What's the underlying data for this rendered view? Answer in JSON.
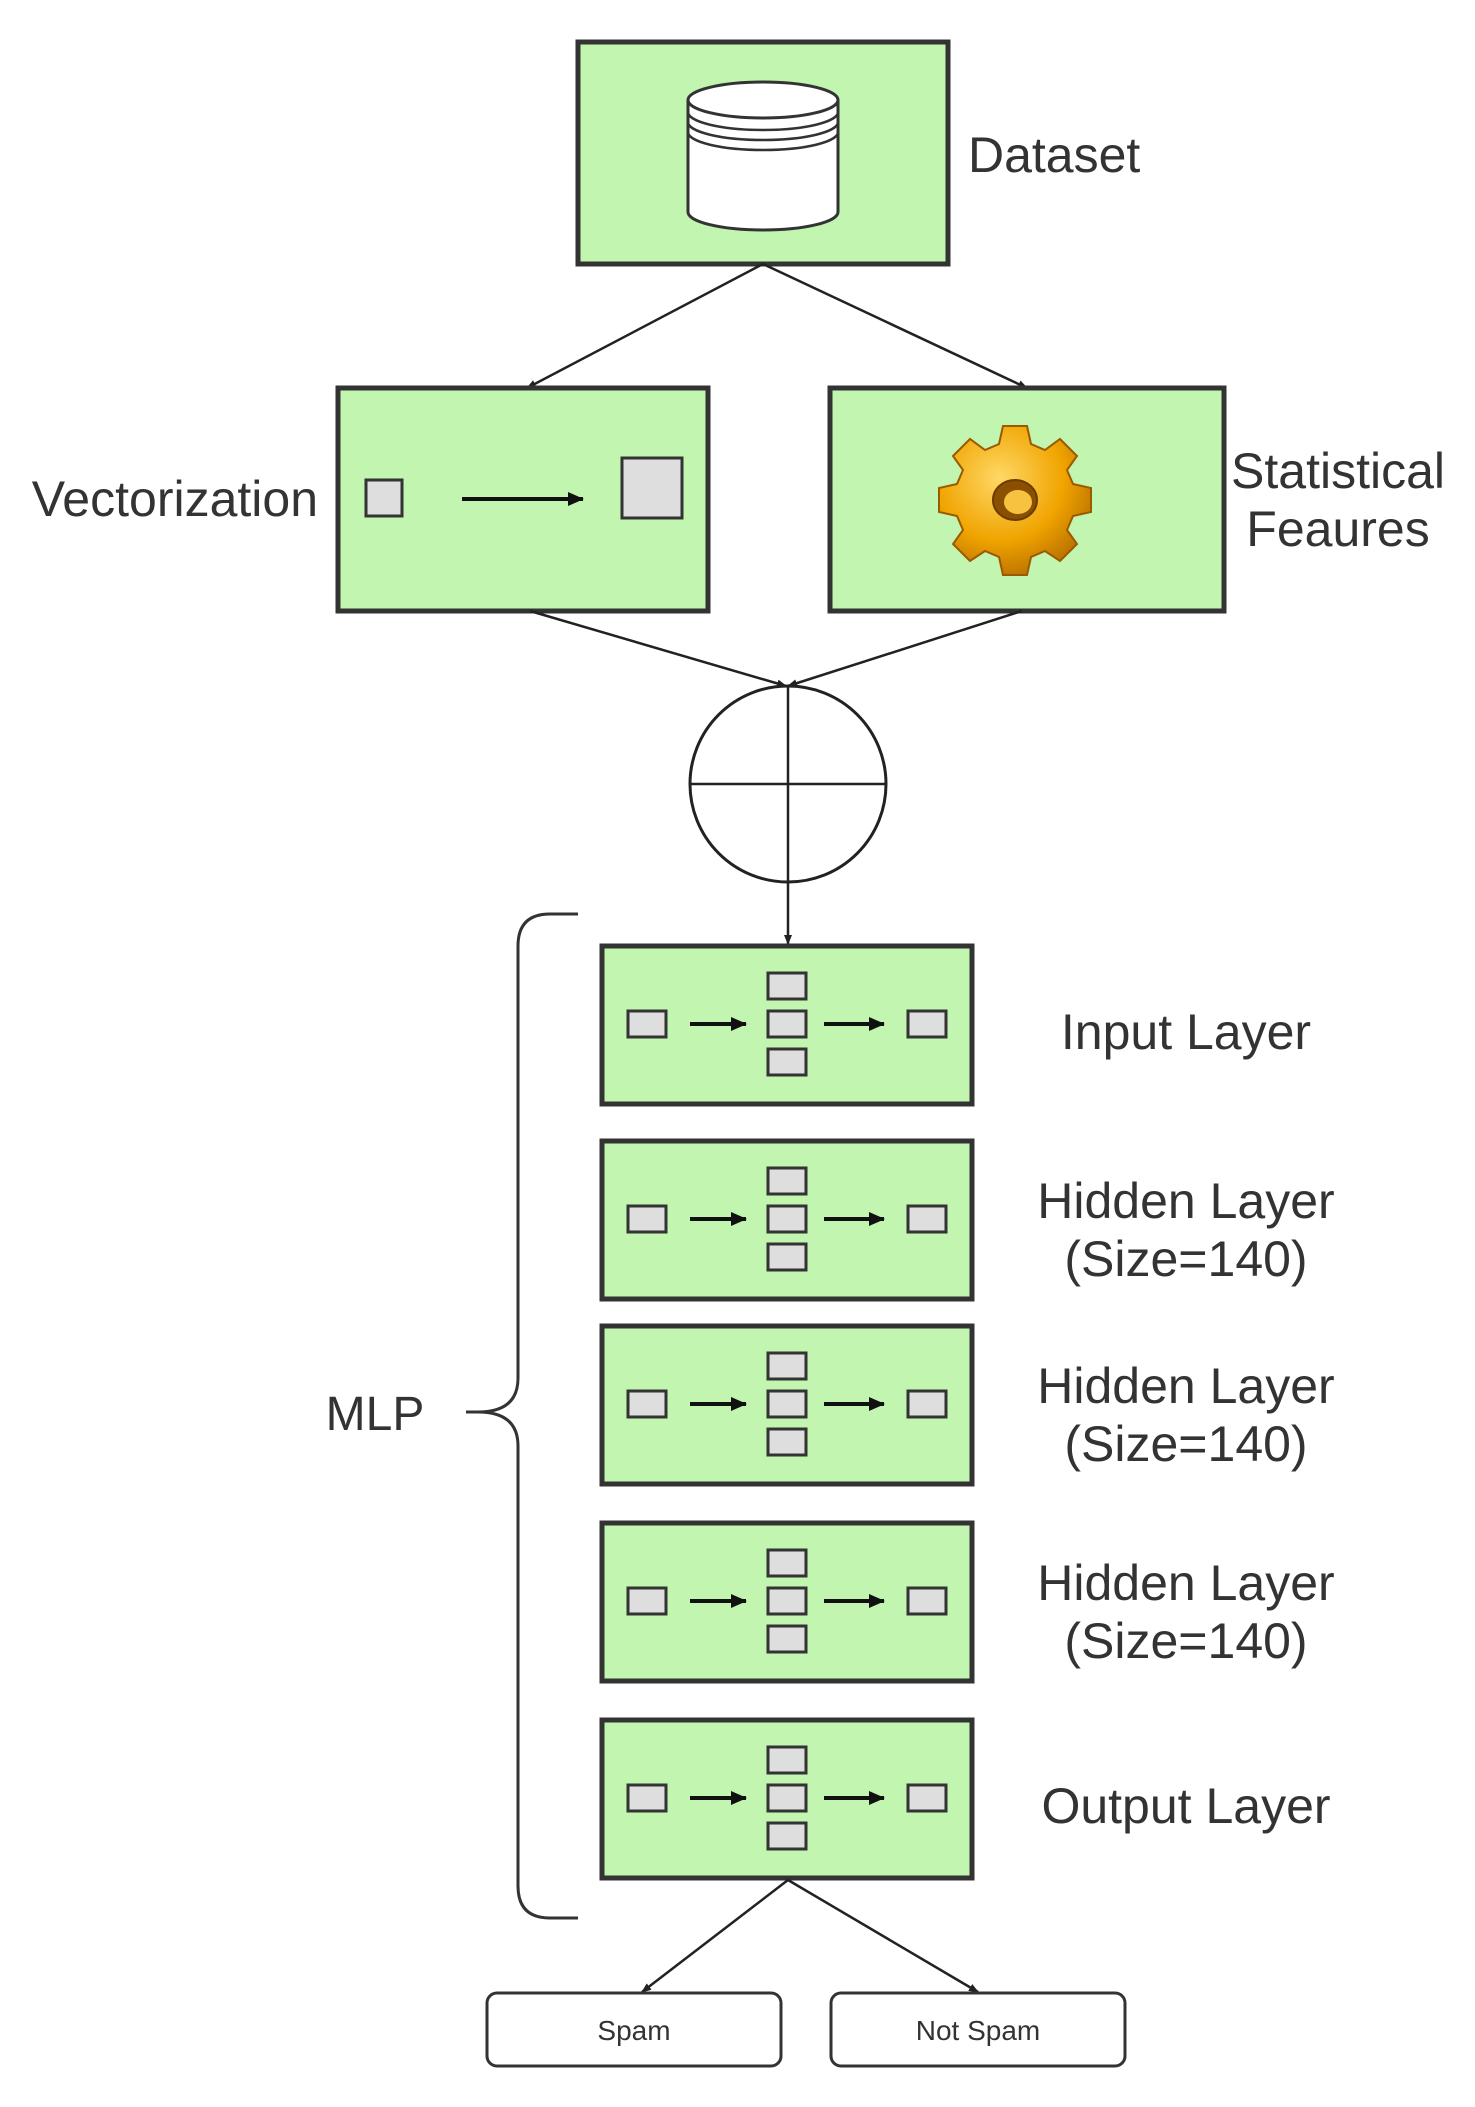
{
  "dataset_label": "Dataset",
  "vectorization_label": "Vectorization",
  "statistical_label": [
    "Statistical",
    "Feaures"
  ],
  "mlp_label": "MLP",
  "layers": [
    {
      "label": [
        "Input Layer"
      ]
    },
    {
      "label": [
        "Hidden Layer",
        "(Size=140)"
      ]
    },
    {
      "label": [
        "Hidden Layer",
        "(Size=140)"
      ]
    },
    {
      "label": [
        "Hidden Layer",
        "(Size=140)"
      ]
    },
    {
      "label": [
        "Output Layer"
      ]
    }
  ],
  "outputs": [
    "Spam",
    "Not Spam"
  ],
  "colors": {
    "stage_fill": "#c2f5b0",
    "stroke": "#333333",
    "node_fill": "#dedede",
    "gear": "#f0a400"
  },
  "icons": {
    "dataset": "database-icon",
    "vectorization": "vector-transform-icon",
    "statistical": "gear-icon",
    "combine": "concatenate-circle-icon",
    "layer": "neural-layer-icon"
  }
}
